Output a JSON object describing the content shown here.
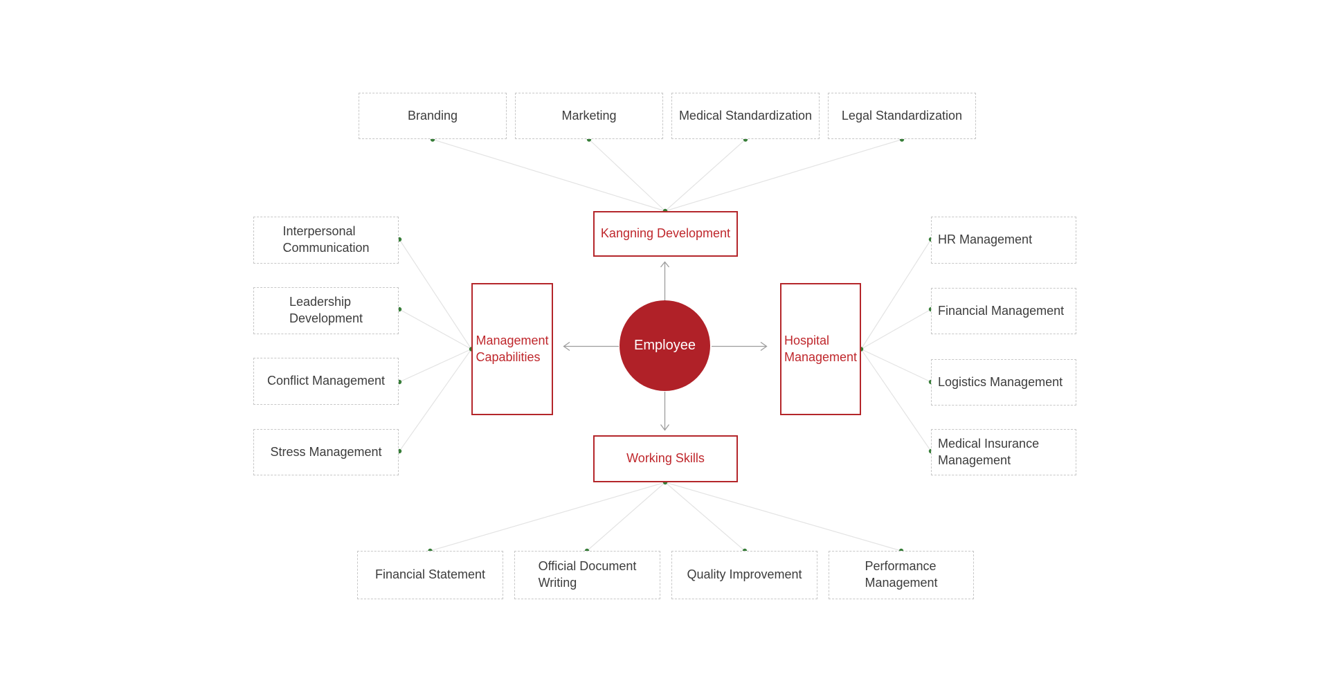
{
  "colors": {
    "accent_red": "#b4262a",
    "red_text": "#bf272c",
    "circle_fill": "#b02128",
    "circle_text": "#ffffff",
    "dot_green": "#377d38",
    "line_gray": "#e3e3e3",
    "arrow_gray": "#9d9d9d",
    "dashed_border": "#c6c6c6",
    "label_text": "#3c3c3c",
    "background": "#ffffff"
  },
  "center": {
    "label": "Employee"
  },
  "branches": {
    "top": {
      "label": "Kangning Development",
      "items": [
        {
          "label": "Branding"
        },
        {
          "label": "Marketing"
        },
        {
          "label": "Medical Standardization"
        },
        {
          "label": "Legal Standardization"
        }
      ]
    },
    "left": {
      "label": "Management\nCapabilities",
      "items": [
        {
          "label": "Interpersonal\nCommunication"
        },
        {
          "label": "Leadership\nDevelopment"
        },
        {
          "label": "Conflict Management"
        },
        {
          "label": "Stress Management"
        }
      ]
    },
    "right": {
      "label": "Hospital\nManagement",
      "items": [
        {
          "label": "HR Management"
        },
        {
          "label": "Financial Management"
        },
        {
          "label": "Logistics Management"
        },
        {
          "label": "Medical Insurance\nManagement"
        }
      ]
    },
    "bottom": {
      "label": "Working Skills",
      "items": [
        {
          "label": "Financial Statement"
        },
        {
          "label": "Official Document\nWriting"
        },
        {
          "label": "Quality Improvement"
        },
        {
          "label": "Performance\nManagement"
        }
      ]
    }
  }
}
